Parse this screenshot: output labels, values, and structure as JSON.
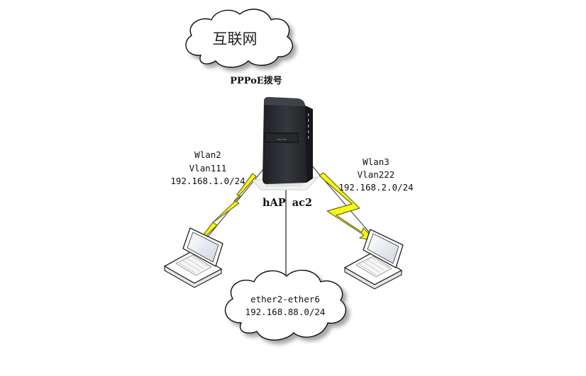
{
  "nodes": {
    "internet": {
      "label": "互联网"
    },
    "uplink": {
      "label": "PPPoE拨号"
    },
    "router": {
      "label": "hAP ac2"
    },
    "wlan_left": {
      "iface": "Wlan2",
      "vlan": "Vlan111",
      "subnet": "192.168.1.0/24"
    },
    "wlan_right": {
      "iface": "Wlan3",
      "vlan": "Vlan222",
      "subnet": "192.168.2.0/24"
    },
    "lan": {
      "ports": "ether2-ether6",
      "subnet": "192.168.88.0/24"
    }
  },
  "colors": {
    "cloud_fill": "#ffffff",
    "cloud_stroke": "#111111",
    "bolt_fill": "#f7f714",
    "bolt_stroke": "#6b6b20",
    "router_body": "#2a2c30",
    "line": "#222222"
  }
}
